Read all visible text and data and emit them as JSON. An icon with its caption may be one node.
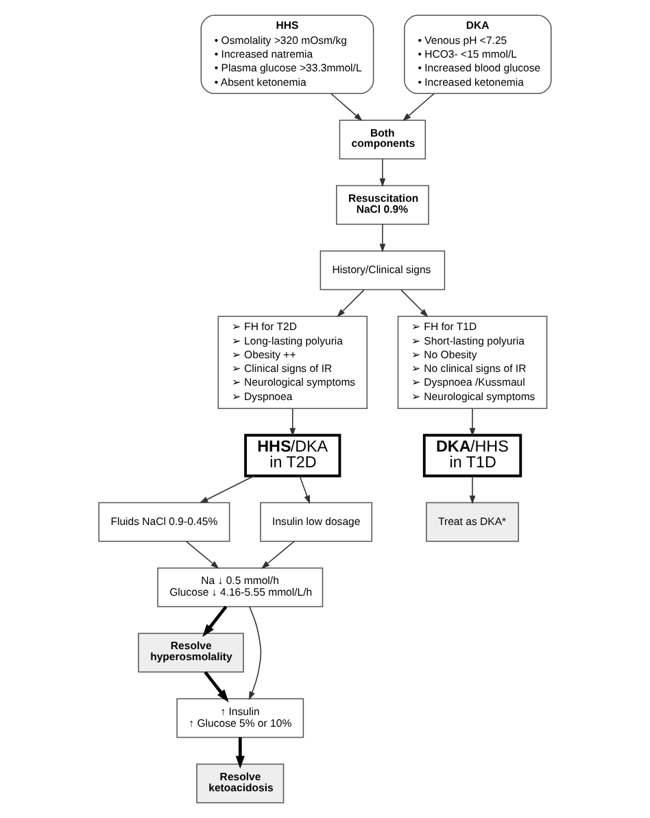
{
  "diagram": {
    "nodes": [
      {
        "text": [
          "HHS",
          "• Osmolality >320 mOsm/kg",
          "• Increased natremia",
          "• Plasma glucose >33.3mmol/L",
          "• Absent ketonemia"
        ]
      },
      {
        "text": [
          "DKA",
          "• Venous pH <7.25",
          "• HCO3- <15 mmol/L",
          "• Increased blood glucose",
          "• Increased ketonemia"
        ]
      },
      {
        "text": [
          "Both components"
        ]
      },
      {
        "text": [
          "Resuscitation NaCl 0.9%"
        ]
      },
      {
        "text": [
          "History/Clinical signs"
        ]
      },
      {
        "text": [
          "➢ FH for T2D",
          "➢ Long-lasting polyuria",
          "➢ Obesity ++",
          "➢ Clinical signs of IR",
          "➢ Neurological symptoms",
          "➢ Dyspnoea"
        ]
      },
      {
        "text": [
          "➢ FH for T1D",
          "➢ Short-lasting polyuria",
          "➢ No Obesity",
          "➢ No clinical signs of IR",
          "➢ Dyspnoea /Kussmaul",
          "➢ Neurological symptoms"
        ]
      },
      {
        "text": [
          "**HHS**/DKA in T2D"
        ]
      },
      {
        "text": [
          "**DKA**/HHS in T1D"
        ]
      },
      {
        "text": [
          "Fluids NaCl 0.9-0.45%"
        ]
      },
      {
        "text": [
          "Insulin low dosage"
        ]
      },
      {
        "text": [
          "Treat as DKA*"
        ]
      },
      {
        "text": [
          "Na ↓ 0.5 mmol/h",
          "Glucose ↓ 4.16-5.55 mmol/L/h"
        ]
      },
      {
        "text": [
          "Resolve hyperosmolality"
        ]
      },
      {
        "text": [
          "↑ Insulin",
          "↑ Glucose 5% or 10%"
        ]
      },
      {
        "text": [
          "Resolve ketoacidosis"
        ]
      }
    ],
    "edges": [
      {
        "from": 0,
        "to": 2,
        "arrow": "to"
      },
      {
        "from": 1,
        "to": 2,
        "arrow": "to"
      },
      {
        "from": 2,
        "to": 3,
        "arrow": "to"
      },
      {
        "from": 3,
        "to": 4,
        "arrow": "to"
      },
      {
        "from": 4,
        "to": 5,
        "arrow": "to"
      },
      {
        "from": 4,
        "to": 6,
        "arrow": "to"
      },
      {
        "from": 5,
        "to": 7,
        "arrow": "to"
      },
      {
        "from": 6,
        "to": 8,
        "arrow": "to"
      },
      {
        "from": 7,
        "to": 9,
        "arrow": "to"
      },
      {
        "from": 7,
        "to": 10,
        "arrow": "to"
      },
      {
        "from": 8,
        "to": 11,
        "arrow": "to"
      },
      {
        "from": 9,
        "to": 12,
        "arrow": "to"
      },
      {
        "from": 10,
        "to": 12,
        "arrow": "to"
      },
      {
        "from": 12,
        "to": 13,
        "arrow": "to",
        "style": "thick"
      },
      {
        "from": 13,
        "to": 14,
        "arrow": "to",
        "style": "thick"
      },
      {
        "from": 12,
        "to": 14,
        "arrow": "to"
      },
      {
        "from": 14,
        "to": 15,
        "arrow": "to",
        "style": "thick"
      }
    ]
  }
}
